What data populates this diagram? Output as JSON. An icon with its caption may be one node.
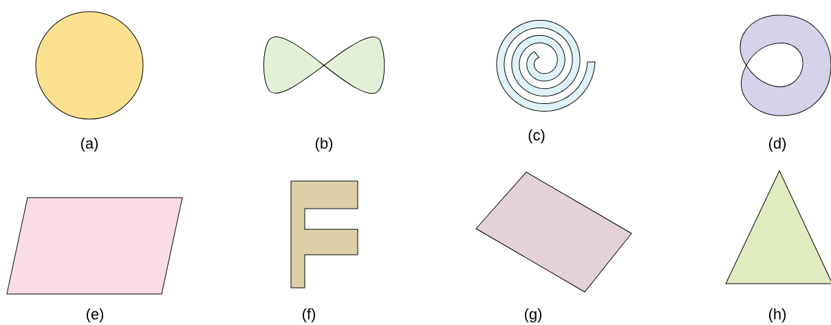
{
  "diagram": {
    "nodes": [
      {
        "text": [],
        "shape": "circle",
        "beside": [
          "(a)"
        ]
      },
      {
        "text": [],
        "shape": "picture",
        "beside": [
          "(b)"
        ]
      },
      {
        "text": [],
        "shape": "spiral",
        "beside": [
          "(c)"
        ]
      },
      {
        "text": [],
        "shape": "picture",
        "beside": [
          "(d)"
        ]
      },
      {
        "text": [],
        "shape": "parallelogram",
        "beside": [
          "(e)"
        ]
      },
      {
        "text": [],
        "shape": "picture",
        "beside": [
          "(f)"
        ]
      },
      {
        "text": [],
        "shape": "rectangle",
        "beside": [
          "(g)"
        ]
      },
      {
        "text": [],
        "shape": "triangle",
        "beside": [
          "(h)"
        ]
      }
    ]
  }
}
